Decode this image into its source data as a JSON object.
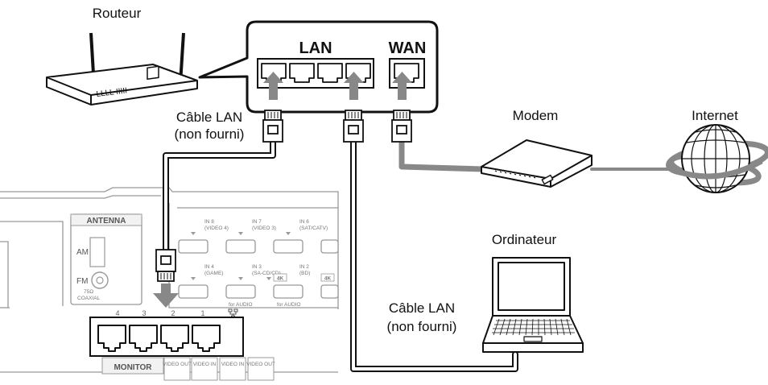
{
  "labels": {
    "router": "Routeur",
    "modem": "Modem",
    "internet": "Internet",
    "computer": "Ordinateur",
    "lan_cable_1_line1": "Câble LAN",
    "lan_cable_1_line2": "(non fourni)",
    "lan_cable_2_line1": "Câble LAN",
    "lan_cable_2_line2": "(non fourni)",
    "lan": "LAN",
    "wan": "WAN"
  },
  "receiver": {
    "antenna": "ANTENNA",
    "am": "AM",
    "fm": "FM",
    "fm_sub1": "75Ω",
    "fm_sub2": "COAXIAL",
    "hdmi_row1": [
      {
        "line1": "IN 8",
        "line2": "(VIDEO 4)"
      },
      {
        "line1": "IN 7",
        "line2": "(VIDEO 3)"
      },
      {
        "line1": "IN 6",
        "line2": "(SAT/CATV)"
      }
    ],
    "hdmi_row2": [
      {
        "line1": "IN 4",
        "line2": "(GAME)"
      },
      {
        "line1": "IN 3",
        "line2": "(SA-CD/CD)"
      },
      {
        "line1": "IN 2",
        "line2": "(BD)"
      }
    ],
    "for_audio_1": "for AUDIO",
    "for_audio_2": "for AUDIO",
    "badge_4k_1": "4K",
    "badge_4k_2": "4K",
    "port_numbers": [
      "4",
      "3",
      "2",
      "1"
    ],
    "monitor": "MONITOR",
    "video_out": "VIDEO OUT",
    "video_in_1": "VIDEO IN",
    "video_in_2": "VIDEO IN",
    "video_out_2": "VIDEO OUT"
  },
  "router_label_marks": "LLLL  IIIII",
  "colors": {
    "line": "#111111",
    "cable": "#888888",
    "arrow": "#888888",
    "panel_line": "#999999"
  }
}
